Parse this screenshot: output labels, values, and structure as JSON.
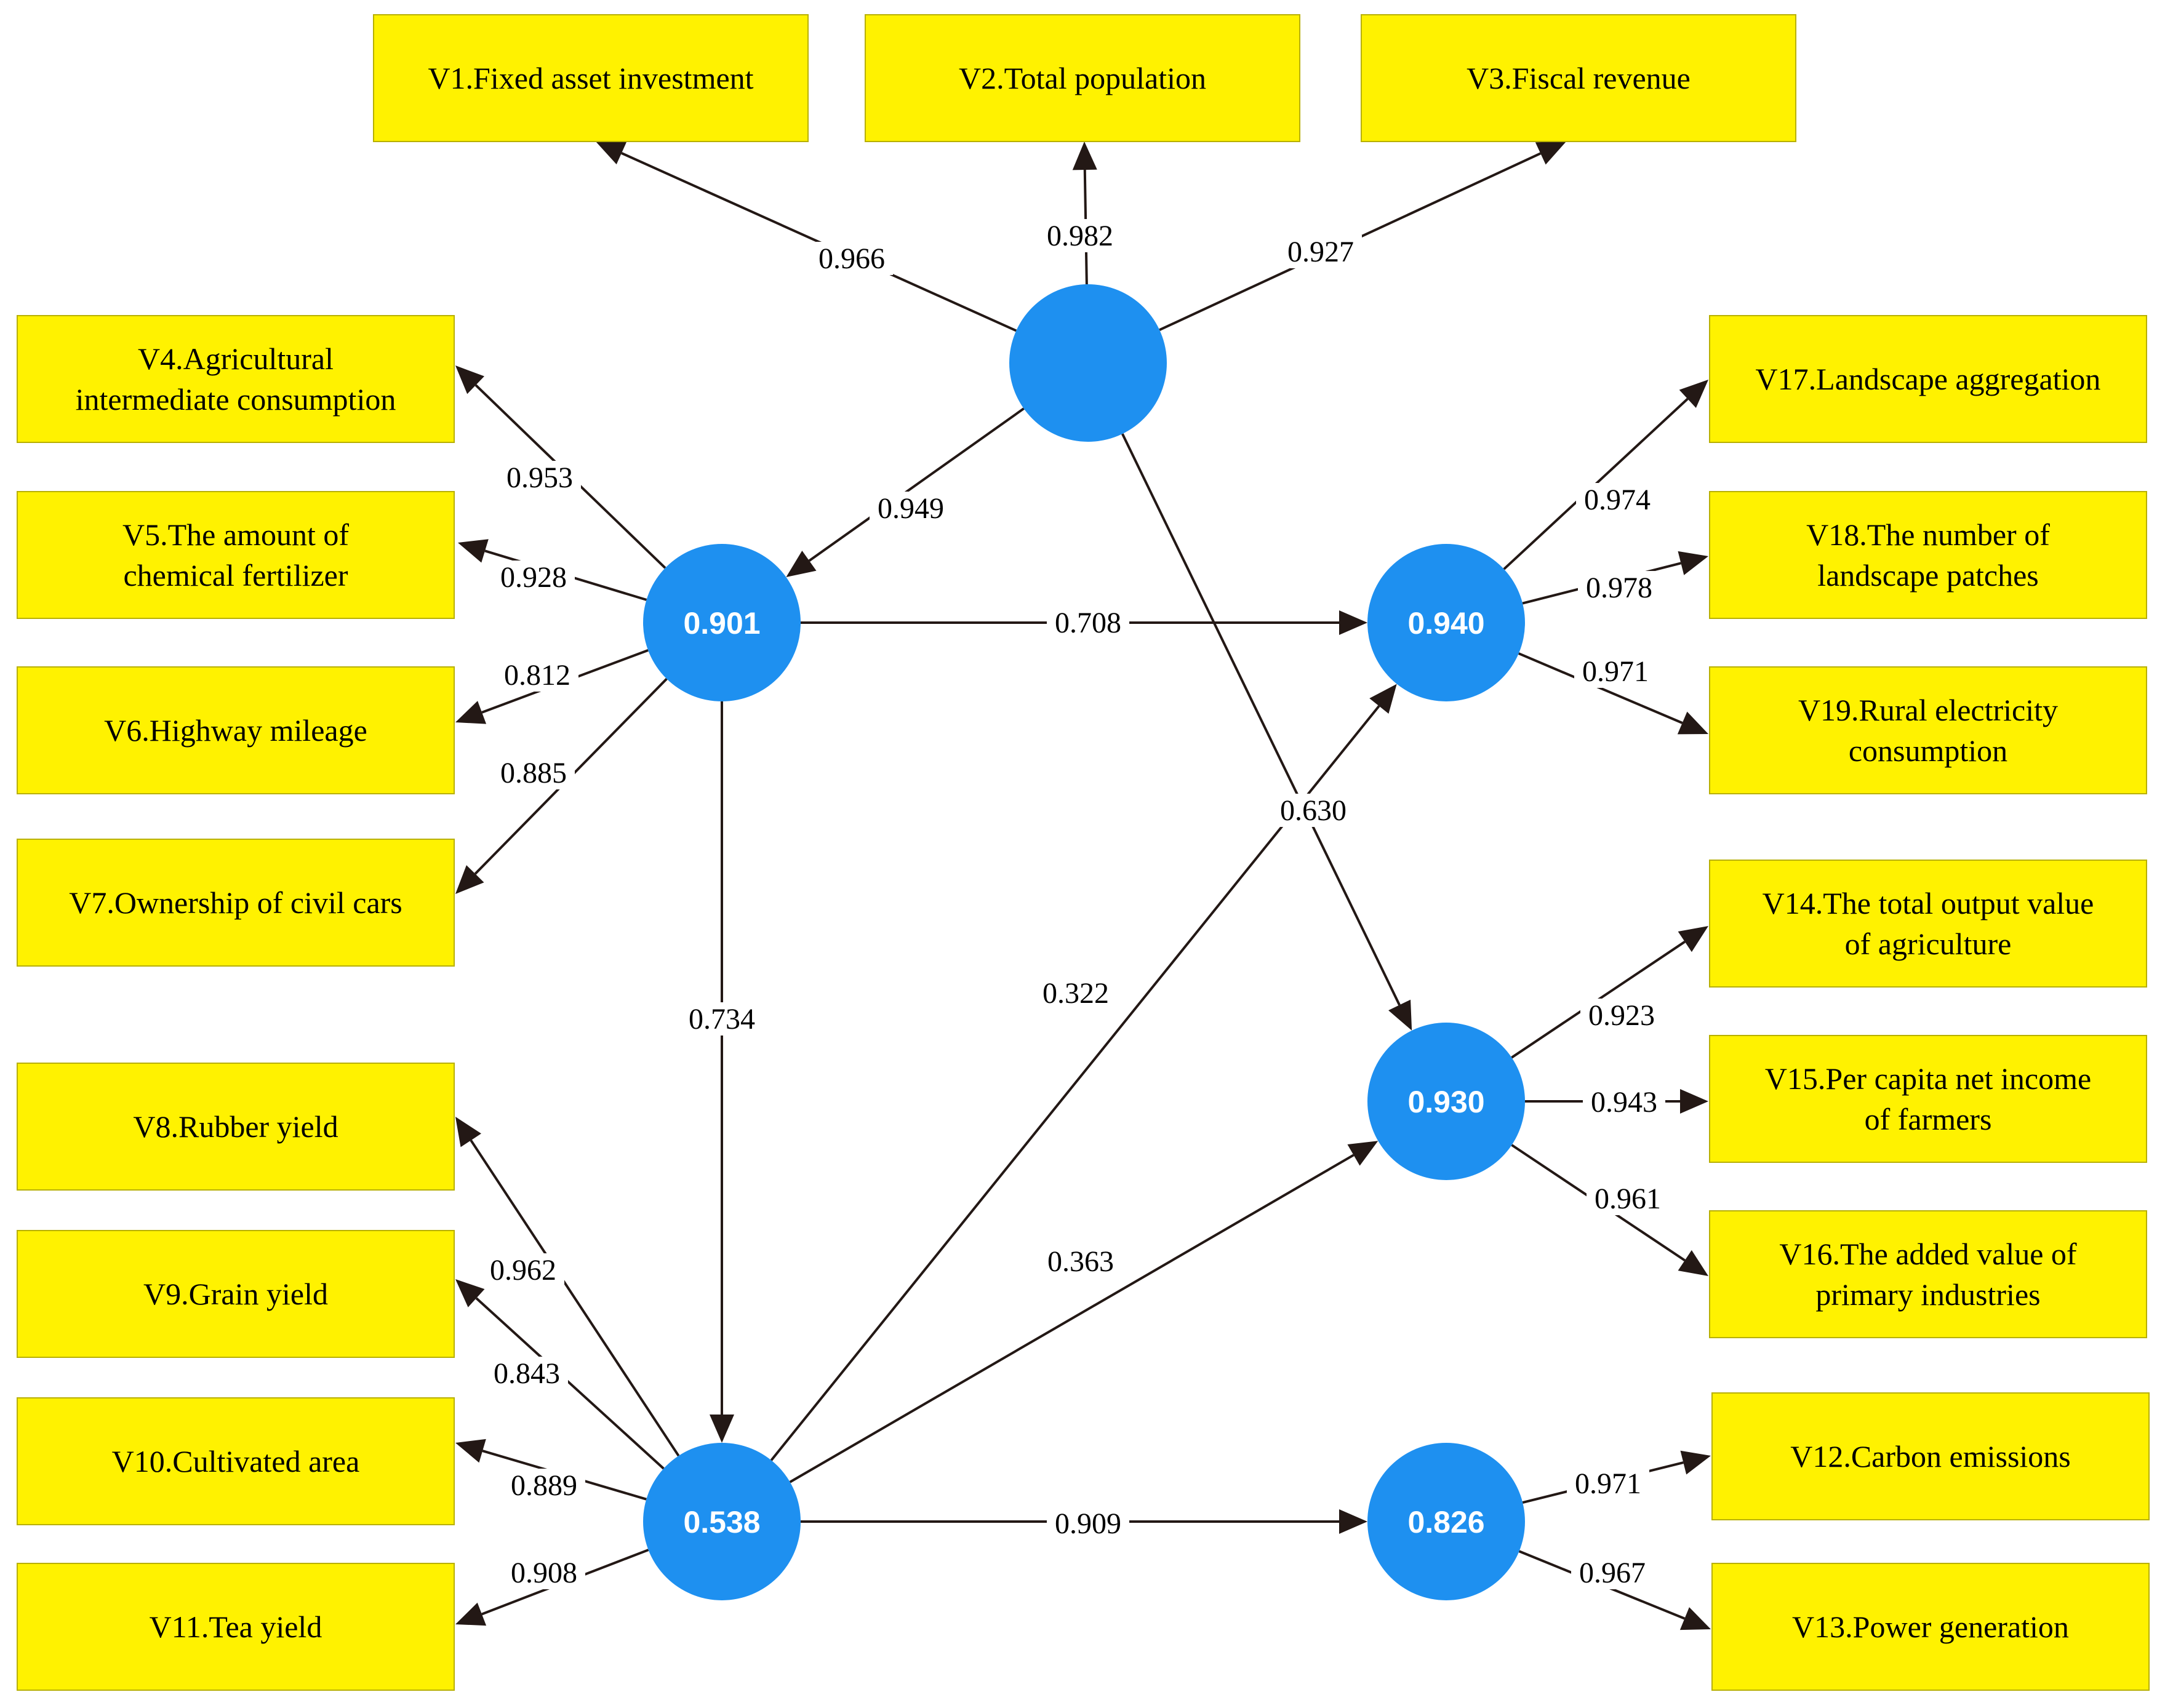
{
  "colors": {
    "box_fill": "#FFF200",
    "box_stroke": "#B8B000",
    "node_fill": "#1E90F0",
    "edge": "#231815",
    "label_bg": "#FFFFFF"
  },
  "constructs": [
    {
      "id": "c0",
      "value": ""
    },
    {
      "id": "c1",
      "value": "0.901"
    },
    {
      "id": "c2",
      "value": "0.538"
    },
    {
      "id": "c3",
      "value": "0.940"
    },
    {
      "id": "c4",
      "value": "0.930"
    },
    {
      "id": "c5",
      "value": "0.826"
    }
  ],
  "indicators": [
    {
      "id": "v1",
      "lines": [
        "V1.Fixed asset investment"
      ]
    },
    {
      "id": "v2",
      "lines": [
        "V2.Total population"
      ]
    },
    {
      "id": "v3",
      "lines": [
        "V3.Fiscal revenue"
      ]
    },
    {
      "id": "v4",
      "lines": [
        "V4.Agricultural",
        "intermediate consumption"
      ]
    },
    {
      "id": "v5",
      "lines": [
        "V5.The amount of",
        "chemical fertilizer"
      ]
    },
    {
      "id": "v6",
      "lines": [
        "V6.Highway mileage"
      ]
    },
    {
      "id": "v7",
      "lines": [
        "V7.Ownership of civil cars"
      ]
    },
    {
      "id": "v8",
      "lines": [
        "V8.Rubber yield"
      ]
    },
    {
      "id": "v9",
      "lines": [
        "V9.Grain yield"
      ]
    },
    {
      "id": "v10",
      "lines": [
        "V10.Cultivated area"
      ]
    },
    {
      "id": "v11",
      "lines": [
        "V11.Tea yield"
      ]
    },
    {
      "id": "v12",
      "lines": [
        "V12.Carbon emissions"
      ]
    },
    {
      "id": "v13",
      "lines": [
        "V13.Power generation"
      ]
    },
    {
      "id": "v14",
      "lines": [
        "V14.The total output value",
        "of agriculture"
      ]
    },
    {
      "id": "v15",
      "lines": [
        "V15.Per capita net income",
        "of farmers"
      ]
    },
    {
      "id": "v16",
      "lines": [
        "V16.The added value of",
        "primary industries"
      ]
    },
    {
      "id": "v17",
      "lines": [
        "V17.Landscape aggregation"
      ]
    },
    {
      "id": "v18",
      "lines": [
        "V18.The number of",
        "landscape patches"
      ]
    },
    {
      "id": "v19",
      "lines": [
        "V19.Rural electricity",
        "consumption"
      ]
    }
  ],
  "paths": [
    {
      "from": "c0",
      "to": "c1",
      "coefficient": "0.949"
    },
    {
      "from": "c0",
      "to": "c4",
      "coefficient": "0.630"
    },
    {
      "from": "c1",
      "to": "c3",
      "coefficient": "0.708"
    },
    {
      "from": "c1",
      "to": "c2",
      "coefficient": "0.734"
    },
    {
      "from": "c2",
      "to": "c3",
      "coefficient": "0.322"
    },
    {
      "from": "c2",
      "to": "c4",
      "coefficient": "0.363"
    },
    {
      "from": "c2",
      "to": "c5",
      "coefficient": "0.909"
    }
  ],
  "loadings": [
    {
      "from": "c0",
      "to": "v1",
      "value": "0.966"
    },
    {
      "from": "c0",
      "to": "v2",
      "value": "0.982"
    },
    {
      "from": "c0",
      "to": "v3",
      "value": "0.927"
    },
    {
      "from": "c1",
      "to": "v4",
      "value": "0.953"
    },
    {
      "from": "c1",
      "to": "v5",
      "value": "0.928"
    },
    {
      "from": "c1",
      "to": "v6",
      "value": "0.812"
    },
    {
      "from": "c1",
      "to": "v7",
      "value": "0.885"
    },
    {
      "from": "c2",
      "to": "v8",
      "value": "0.962"
    },
    {
      "from": "c2",
      "to": "v9",
      "value": "0.843"
    },
    {
      "from": "c2",
      "to": "v10",
      "value": "0.889"
    },
    {
      "from": "c2",
      "to": "v11",
      "value": "0.908"
    },
    {
      "from": "c3",
      "to": "v17",
      "value": "0.974"
    },
    {
      "from": "c3",
      "to": "v18",
      "value": "0.978"
    },
    {
      "from": "c3",
      "to": "v19",
      "value": "0.971"
    },
    {
      "from": "c4",
      "to": "v14",
      "value": "0.923"
    },
    {
      "from": "c4",
      "to": "v15",
      "value": "0.943"
    },
    {
      "from": "c4",
      "to": "v16",
      "value": "0.961"
    },
    {
      "from": "c5",
      "to": "v12",
      "value": "0.971"
    },
    {
      "from": "c5",
      "to": "v13",
      "value": "0.967"
    }
  ]
}
